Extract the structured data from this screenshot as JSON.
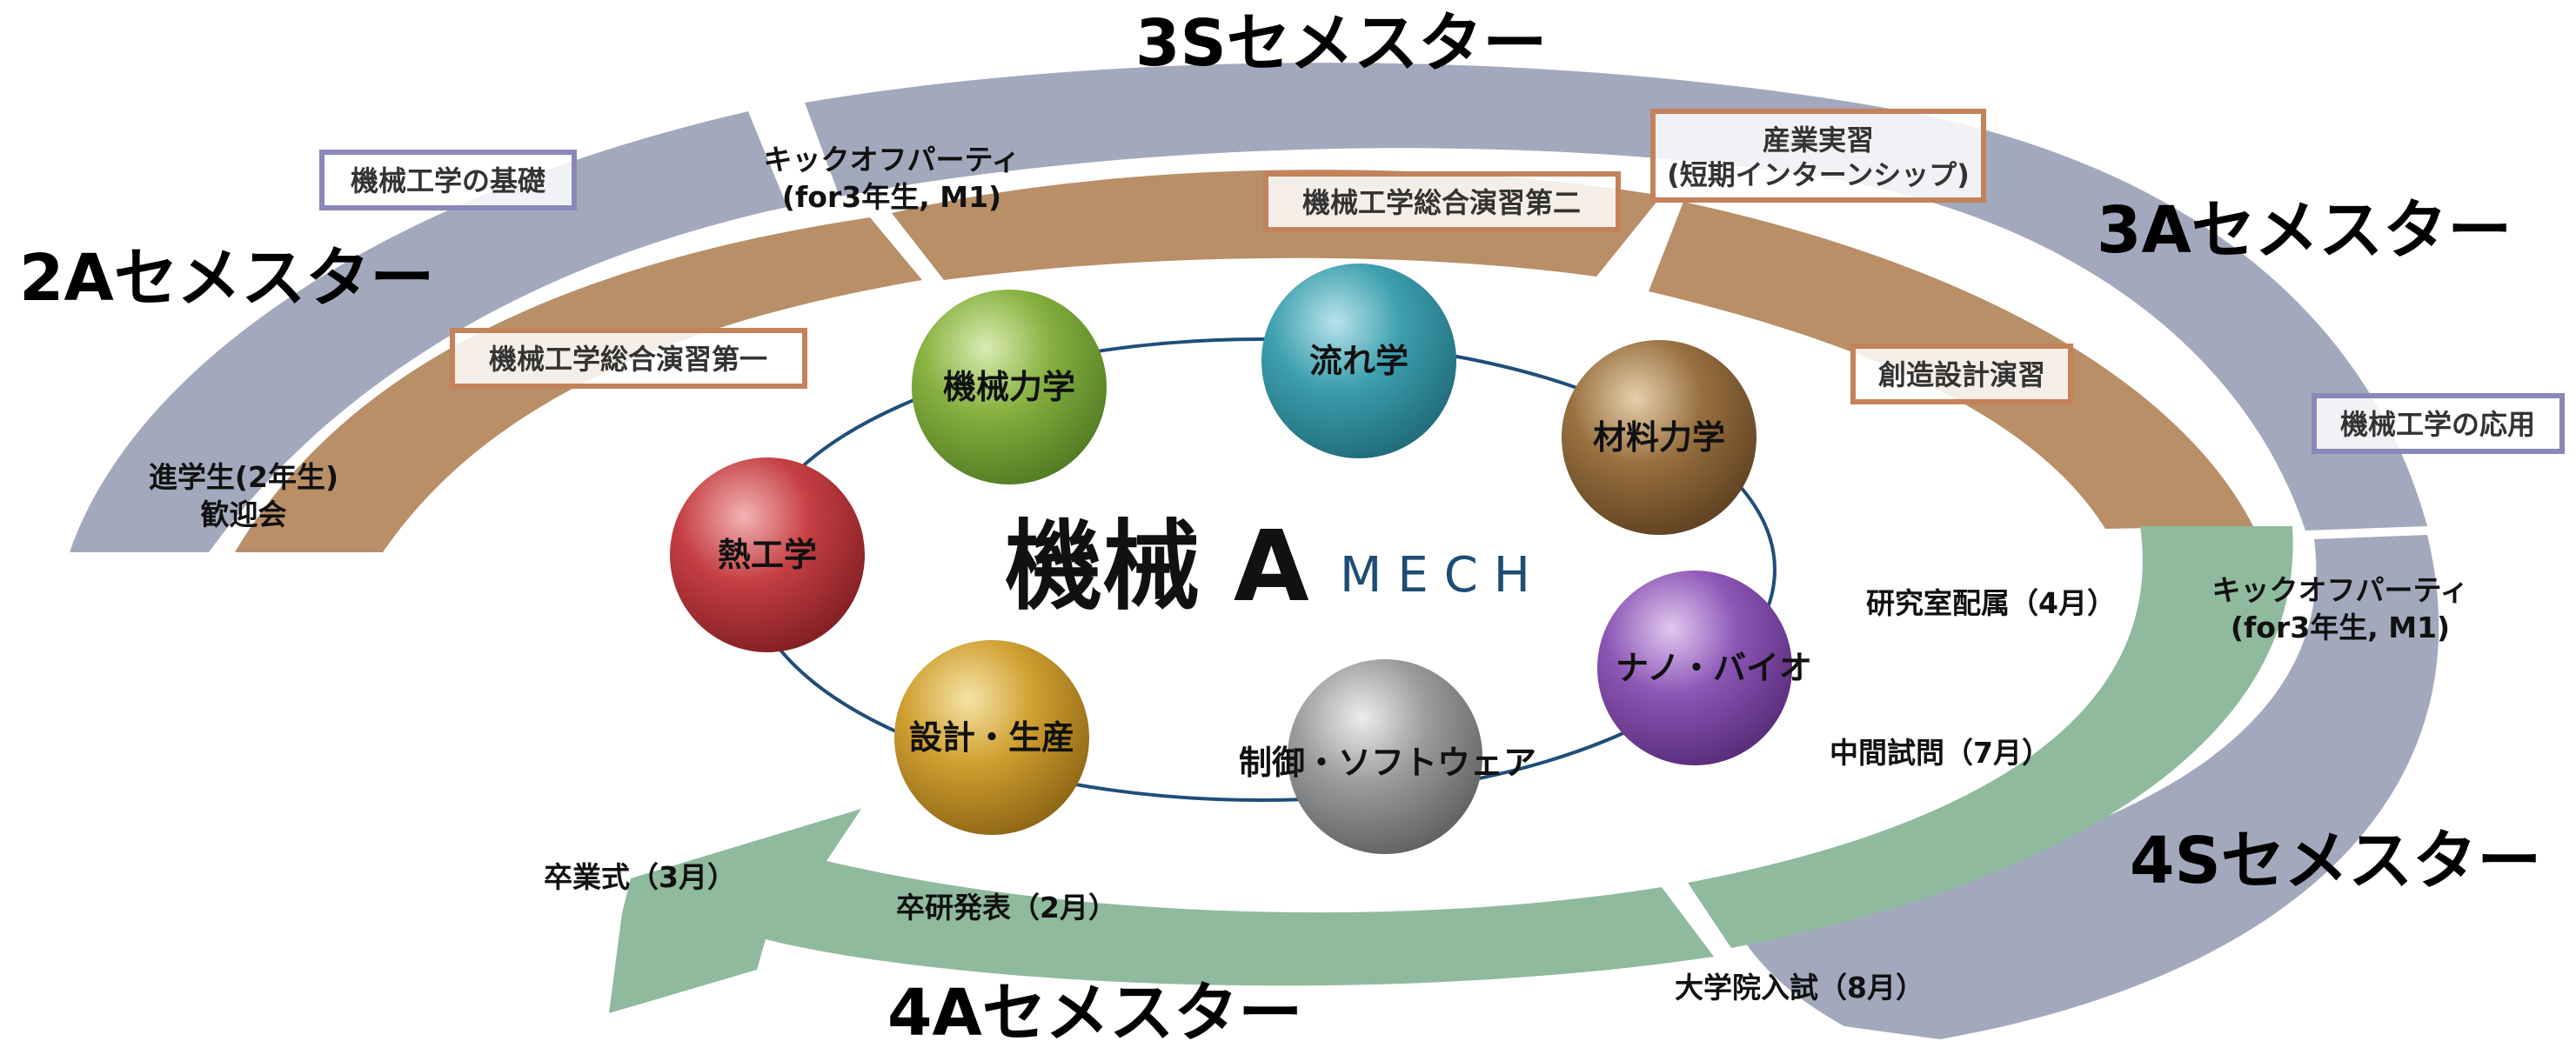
{
  "center": {
    "title": "機械 A",
    "subtitle": "MECH"
  },
  "semesters": {
    "s3S": "3Sセメスター",
    "s3A": "3Aセメスター",
    "s2A": "2Aセメスター",
    "s4S": "4Sセメスター",
    "s4A": "4Aセメスター"
  },
  "courses": {
    "basics": "機械工学の基礎",
    "applied": "機械工学の応用",
    "exercise1": "機械工学総合演習第一",
    "exercise2": "機械工学総合演習第二",
    "design": "創造設計演習",
    "internship_title": "産業実習",
    "internship_sub": "(短期インターンシップ)"
  },
  "events": {
    "kickoff_top_1": "キックオフパーティ",
    "kickoff_top_2": "(for3年生, M1)",
    "welcome_1": "進学生(2年生)",
    "welcome_2": "歓迎会",
    "kickoff_right_1": "キックオフパーティ",
    "kickoff_right_2": "(for3年生, M1)",
    "lab_assign": "研究室配属（4月）",
    "midterm": "中間試問（7月）",
    "grad_exam": "大学院入試（8月）",
    "thesis_pres": "卒研発表（2月）",
    "graduation": "卒業式（3月）"
  },
  "fields": [
    {
      "id": "mechanics",
      "label": "機械力学",
      "color": "#7fa83a"
    },
    {
      "id": "fluids",
      "label": "流れ学",
      "color": "#3b9aa8"
    },
    {
      "id": "materials",
      "label": "材料力学",
      "color": "#8f6a3b"
    },
    {
      "id": "nanobio",
      "label": "ナノ・バイオ",
      "color": "#8a55b0"
    },
    {
      "id": "control",
      "label": "制御・ソフトウェア",
      "color": "#8e9091"
    },
    {
      "id": "design_prod",
      "label": "設計・生産",
      "color": "#c89a2c"
    },
    {
      "id": "thermo",
      "label": "熱工学",
      "color": "#c03b40"
    }
  ],
  "colors": {
    "outer_band": "#a3a9bd",
    "inner_band": "#b98f67",
    "green_band": "#8fba9d",
    "orbit": "#1f4e79",
    "box_purple": "#8a88b8",
    "box_orange": "#c4825a"
  }
}
